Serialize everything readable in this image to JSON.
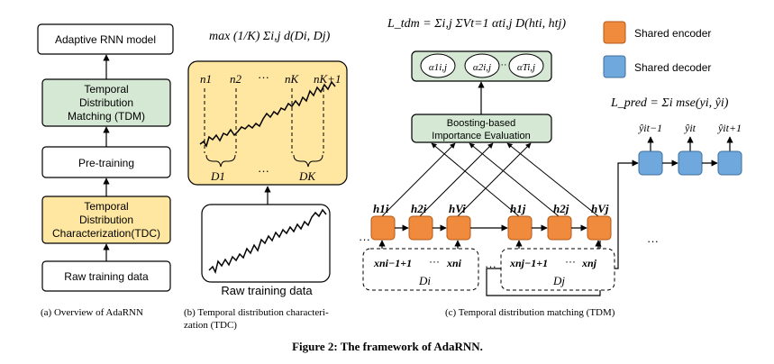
{
  "colors": {
    "box_white": "#ffffff",
    "box_green": "#d5e8d4",
    "box_yellow": "#ffe6a1",
    "encoder_orange": "#f08a3c",
    "decoder_blue": "#6fa8dc",
    "stroke": "#000000"
  },
  "panel_a": {
    "boxes": [
      "Adaptive RNN model",
      [
        "Temporal",
        "Distribution",
        "Matching (TDM)"
      ],
      "Pre-training",
      [
        "Temporal",
        "Distribution",
        "Characterization(TDC)"
      ],
      "Raw training data"
    ],
    "caption": "(a) Overview of AdaRNN"
  },
  "panel_b": {
    "formula": "max (1/K) Σi,j d(Di, Dj)",
    "n_labels": [
      "n1",
      "n2",
      "···",
      "nK",
      "nK+1"
    ],
    "d_labels": [
      "D1",
      "···",
      "DK"
    ],
    "raw_label": "Raw training data",
    "caption_line1": "(b) Temporal distribution characteri-",
    "caption_line2": "zation (TDC)"
  },
  "panel_c": {
    "loss_tdm": "L_tdm = Σi,j ΣVt=1 αti,j D(hti, htj)",
    "alpha_labels": [
      "α1i,j",
      "α2i,j",
      "··",
      "αTi,j"
    ],
    "boost_line1": "Boosting-based",
    "boost_line2": "Importance Evaluation",
    "legend_encoder": "Shared encoder",
    "legend_decoder": "Shared decoder",
    "loss_pred": "L_pred = Σi mse(yi, ŷi)",
    "h_labels": [
      "h1i",
      "h2i",
      "hVi",
      "h1j",
      "h2j",
      "hVj"
    ],
    "y_labels": [
      "ŷit−1",
      "ŷit",
      "ŷit+1"
    ],
    "x_labels_i": [
      "xni−1+1",
      "···",
      "xni"
    ],
    "x_labels_j": [
      "xnj−1+1",
      "···",
      "xnj"
    ],
    "d_i": "Di",
    "d_j": "Dj",
    "caption": "(c) Temporal distribution matching (TDM)"
  },
  "figure_caption": "Figure 2: The framework of AdaRNN."
}
